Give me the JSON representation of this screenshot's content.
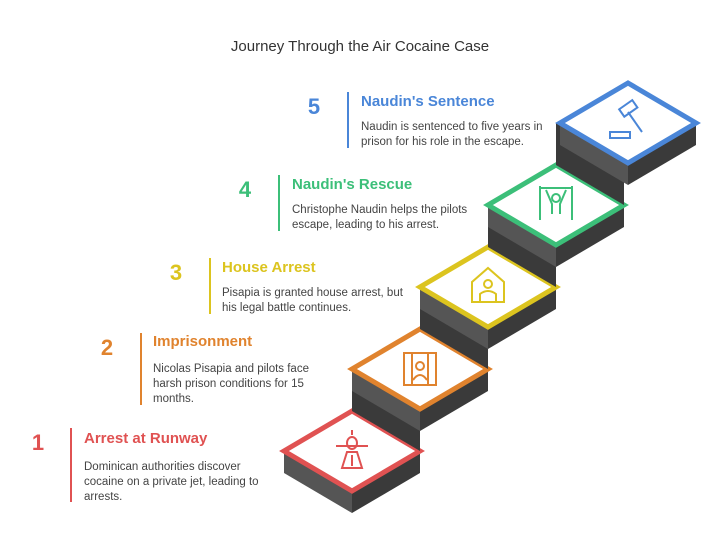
{
  "title": "Journey Through the Air Cocaine Case",
  "steps": [
    {
      "number": "1",
      "heading": "Arrest at Runway",
      "desc_lines": [
        "Dominican authorities discover",
        "cocaine on a private jet, leading to",
        "arrests."
      ],
      "color": "#e05252",
      "icon": "plane-runway-icon"
    },
    {
      "number": "2",
      "heading": "Imprisonment",
      "desc_lines": [
        "Nicolas Pisapia and pilots face",
        "harsh prison conditions for 15",
        "months."
      ],
      "color": "#e0832e",
      "icon": "prison-bars-icon"
    },
    {
      "number": "3",
      "heading": "House Arrest",
      "desc_lines": [
        "Pisapia is granted house arrest, but",
        "his legal battle continues."
      ],
      "color": "#dcc41f",
      "icon": "house-person-icon"
    },
    {
      "number": "4",
      "heading": "Naudin's Rescue",
      "desc_lines": [
        "Christophe Naudin helps the pilots",
        "escape, leading to his arrest."
      ],
      "color": "#3cbf79",
      "icon": "escape-person-icon"
    },
    {
      "number": "5",
      "heading": "Naudin's Sentence",
      "desc_lines": [
        "Naudin is sentenced to five years in",
        "prison for his role in the escape."
      ],
      "color": "#4a86d8",
      "icon": "gavel-icon"
    }
  ]
}
